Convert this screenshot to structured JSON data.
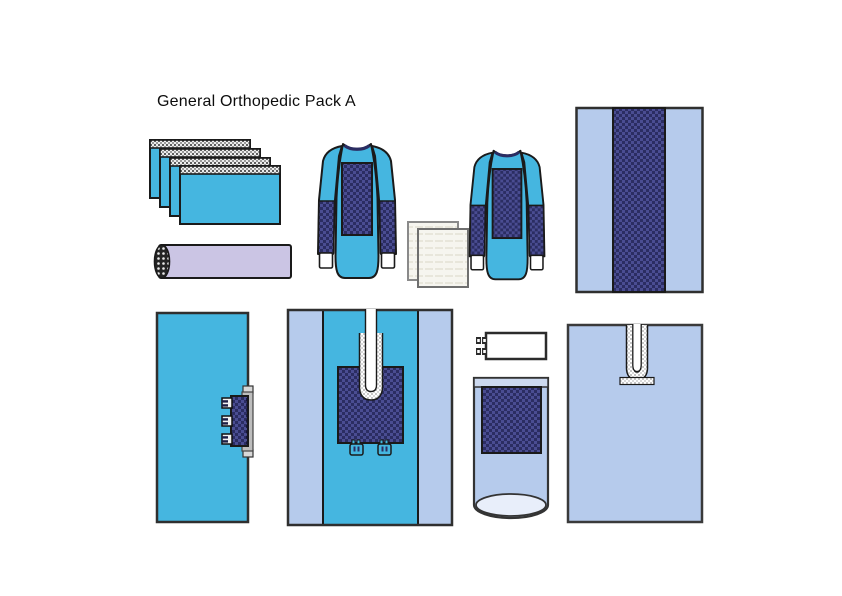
{
  "title": "General Orthopedic Pack A",
  "colors": {
    "background": "#ffffff",
    "teal": "#45b6e0",
    "periwinkle": "#b6cbec",
    "periwinkle_light": "#ccd9ef",
    "periwinkle_rim": "#e8eefa",
    "navy": "#4a4d92",
    "navy_dark": "#2b2d62",
    "lavender": "#cbc5e4",
    "outline": "#1a1a1a",
    "drape_outline": "#2f2f2f",
    "paper": "#f6f5ef",
    "title_color": "#0c0c0c"
  },
  "illustrations": [
    {
      "name": "drape-towel-stack",
      "count": 4
    },
    {
      "name": "elastic-roll",
      "count": 1
    },
    {
      "name": "surgical-gown",
      "count": 2
    },
    {
      "name": "paper-hand-towels",
      "count": 2
    },
    {
      "name": "reinforced-strip-drape",
      "count": 1
    },
    {
      "name": "tube-holder-drape",
      "count": 1
    },
    {
      "name": "split-drape-reinforced",
      "count": 1
    },
    {
      "name": "op-tape",
      "count": 1
    },
    {
      "name": "mayo-stand-cover",
      "count": 1
    },
    {
      "name": "u-split-drape",
      "count": 1
    }
  ]
}
